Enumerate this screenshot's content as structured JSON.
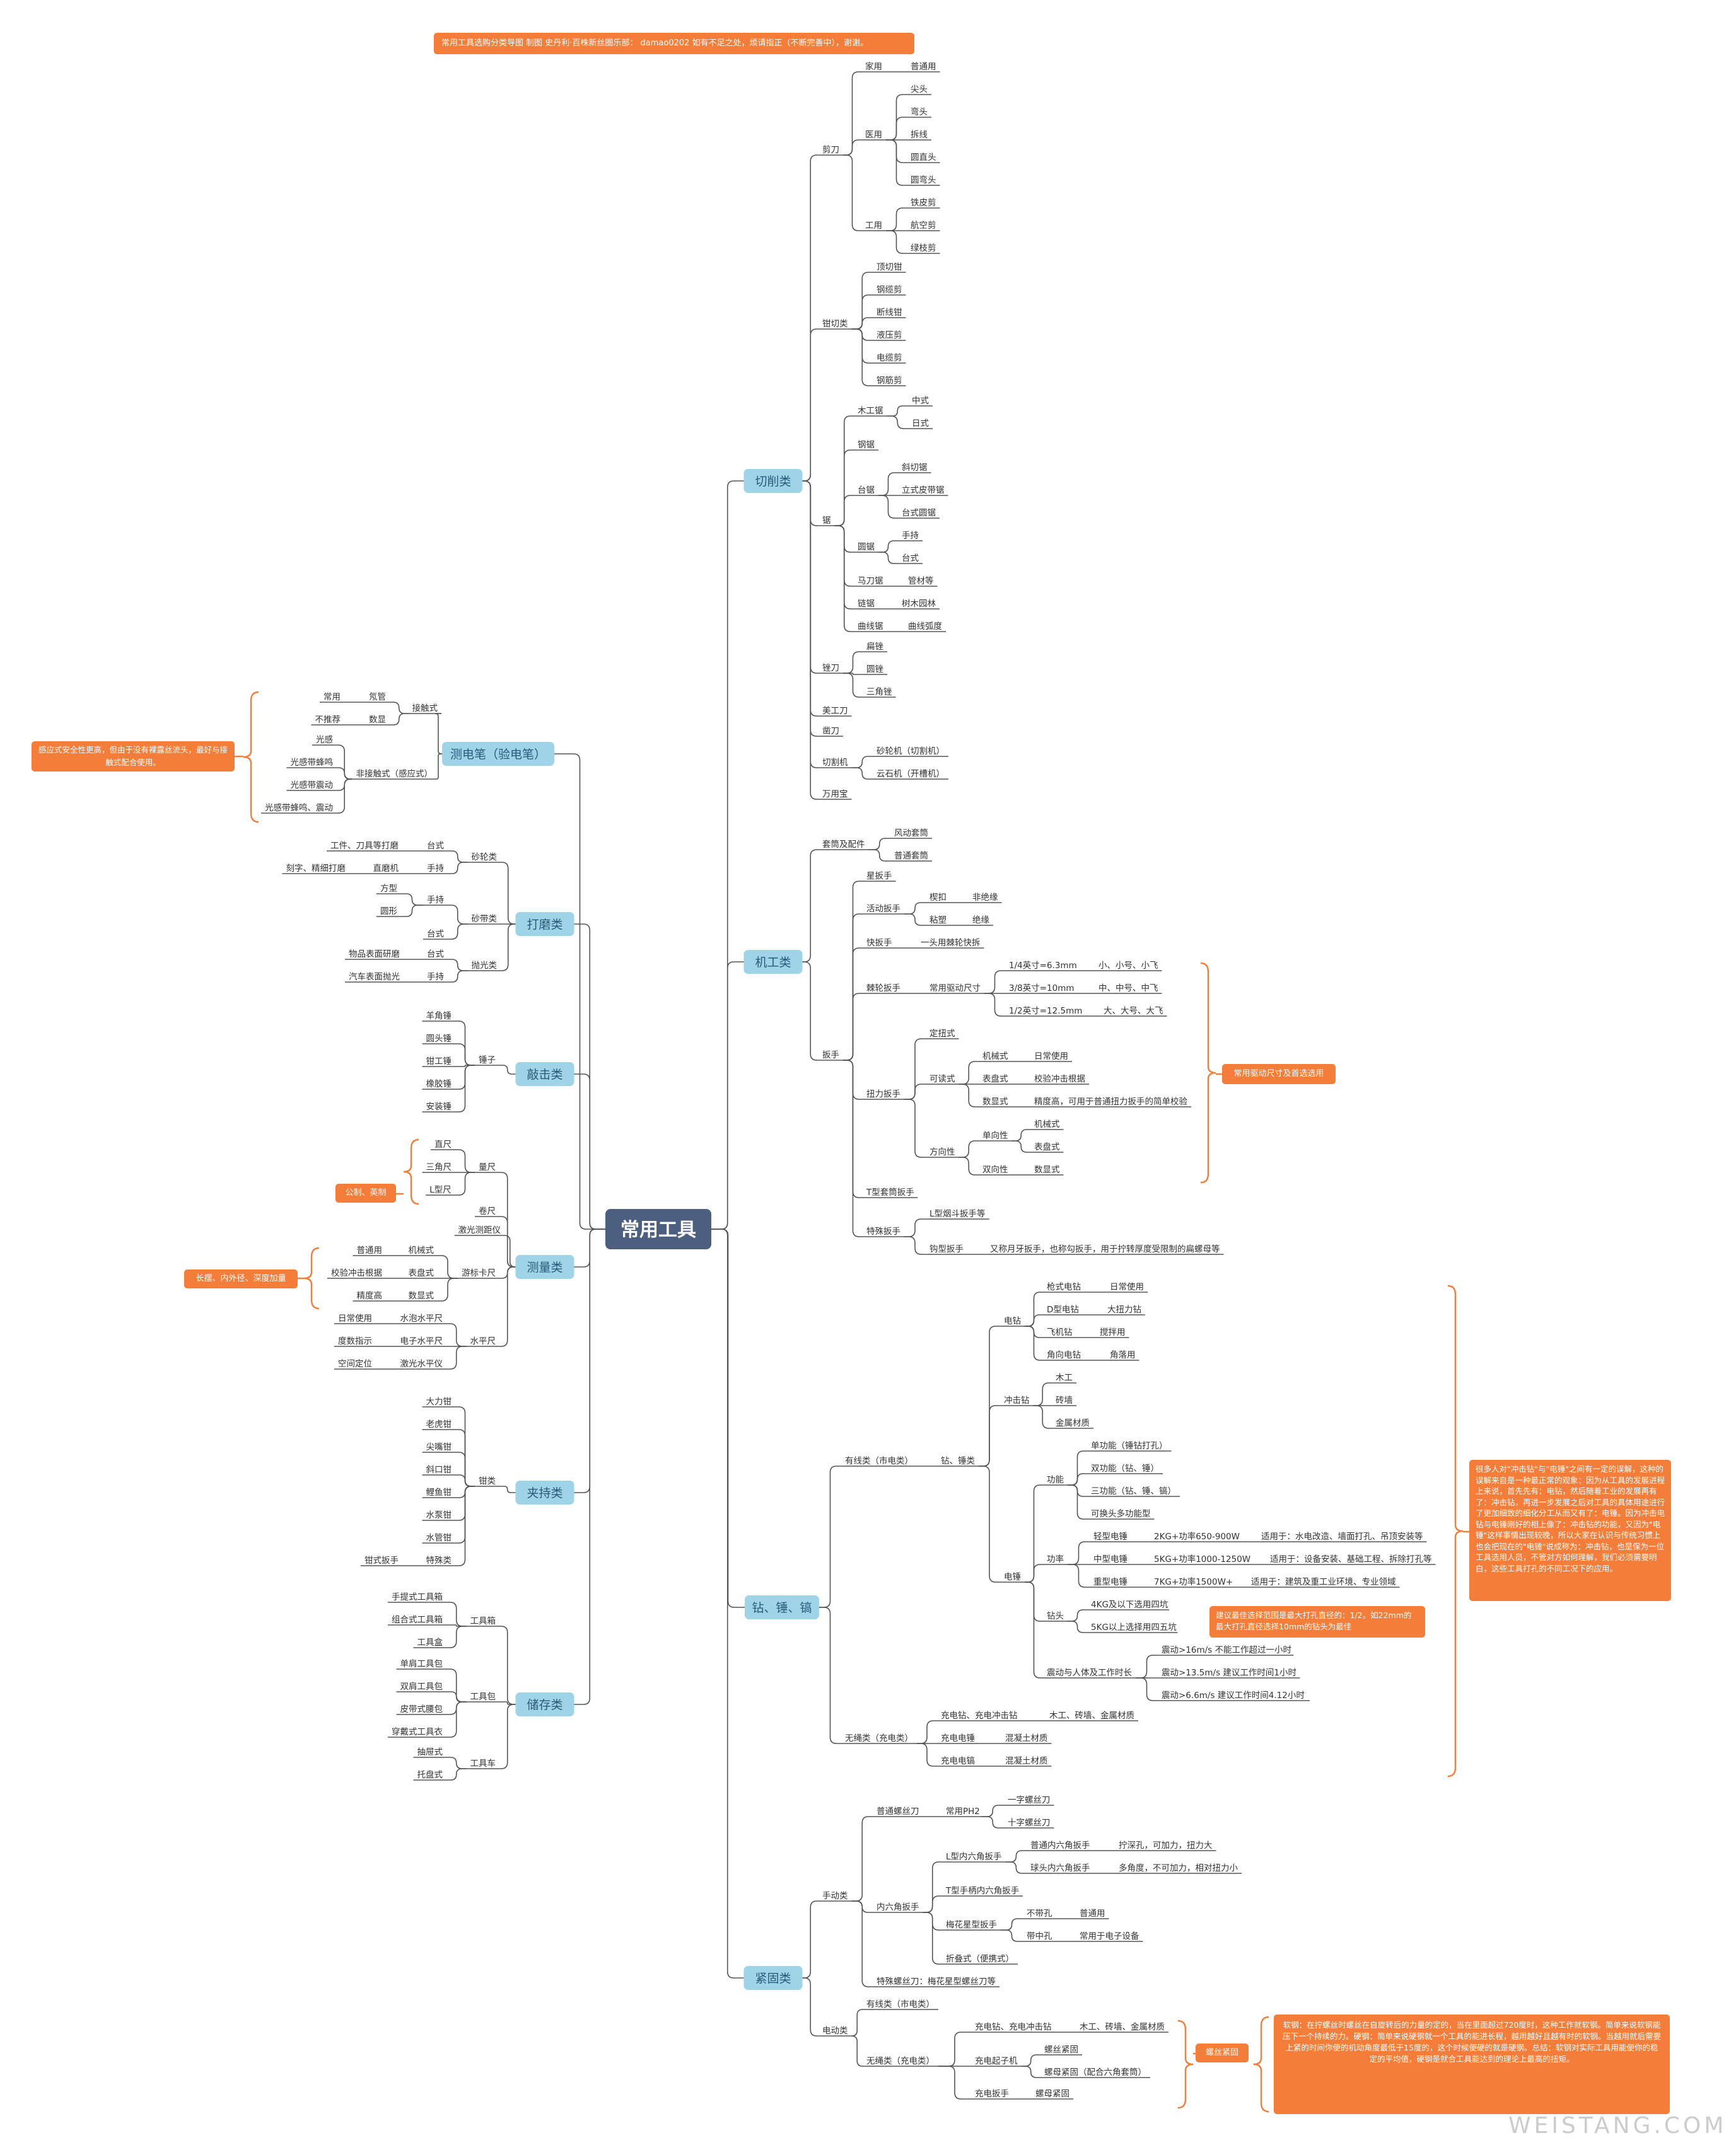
{
  "root": "常用工具",
  "top_note": "常用工具选购分类导图  制图 史丹利·百株新丝圈乐部：  damao0202  如有不足之处，烦请指正（不断完善中），谢谢。",
  "notes": {
    "pen": "感应式安全性更高，但由于没有裸露丝流头，最好与接触式配合使用。",
    "ruler": "公制、英制",
    "caliper": "长摆、内外径、深度加量",
    "wrench": "常用驱动尺寸及首选选用",
    "drill": "很多人对\"冲击钻\"与\"电锤\"之间有一定的误解，这种的误解来自是一种最正常的观象：因为从工具的发展进程上来说，首先先有：电钻，然后随着工业的发展再有了：冲击钻，再进一步发展之后对工具的具体用途进行了更加细致的细化分工从而又有了：电锤。因为冲击电钻与电锤刚好的相上像了：冲击钻的功能，又因为\"电锤\"这样事情出现较晚，所以大家在认识与传统习惯上也会把现在的\"电锤\"说成称为：冲击钻，也是保为一位工具选用人员，不管对方如何理解，我们必须需要明白，这些工具打孔的不同工况下的应用。",
    "bit": "建议最佳选择范围是最大打孔直径的：1/2。如22mm的最大打孔直径选择10mm的钻头为最佳",
    "screw": "螺丝紧固",
    "screw_long": "软钢：在拧螺丝时螺丝在自旋转后的力量的定的，当在里面超过720度时，这种工作就软钢。简单来说软钢能压下一个持续的力。硬钢：简单来说硬钢就一个工具的能进长程，越用越好且越有时的软钢。当越用就后需要上紧的时间你便的机动角度最低于15度的，这个时候便硬的就是硬钢。总结：软钢对实际工具用能便你的稳定的平均值，硬钢是就合工具能达到的理论上最高的扭矩。"
  },
  "main": {
    "cut": {
      "label": "切削类",
      "scissors": {
        "label": "剪刀",
        "home": "家用",
        "home1": "普通用",
        "med": "医用",
        "med1": "尖头",
        "med2": "弯头",
        "med3": "拆线",
        "med4": "圆直头",
        "med5": "圆弯头",
        "ind": "工用",
        "ind1": "铁皮剪",
        "ind2": "航空剪",
        "ind3": "绿枝剪"
      },
      "pliers": {
        "label": "钳切类",
        "i1": "顶切钳",
        "i2": "钢缆剪",
        "i3": "断线钳",
        "i4": "液压剪",
        "i5": "电缆剪",
        "i6": "钢筋剪"
      },
      "saw": {
        "label": "锯",
        "wood": "木工锯",
        "wood1": "中式",
        "wood2": "日式",
        "steel": "钢锯",
        "table": "台锯",
        "table1": "斜切锯",
        "table2": "立式皮带锯",
        "table3": "台式圆锯",
        "circ": "圆锯",
        "circ1": "手持",
        "circ2": "台式",
        "saber": "马刀锯",
        "saber1": "管材等",
        "chain": "链锯",
        "chain1": "树木园林",
        "curve": "曲线锯",
        "curve1": "曲线弧度"
      },
      "file": {
        "label": "锉刀",
        "i1": "扁锉",
        "i2": "圆锉",
        "i3": "三角锉"
      },
      "knife": "美工刀",
      "chisel": "凿刀",
      "cutter": {
        "label": "切割机",
        "i1": "砂轮机（切割机）",
        "i2": "云石机（开槽机）"
      },
      "multi": "万用宝"
    },
    "mach": {
      "label": "机工类",
      "socket": {
        "label": "套筒及配件",
        "i1": "风动套筒",
        "i2": "普通套筒"
      },
      "wrench": {
        "label": "扳手",
        "star": "星扳手",
        "adj": "活动扳手",
        "adj1": "楔扣",
        "adj1b": "非绝缘",
        "adj2": "粘塑",
        "adj2b": "绝缘",
        "quick": "快扳手",
        "quick1": "一头用棘轮快拆",
        "ratchet": "棘轮扳手",
        "ratchet1": "常用驱动尺寸",
        "d1": "1/4英寸=6.3mm",
        "d1b": "小、小号、小飞",
        "d2": "3/8英寸=10mm",
        "d2b": "中、中号、中飞",
        "d3": "1/2英寸=12.5mm",
        "d3b": "大、大号、大飞",
        "torque": "扭力扳手",
        "fixed": "定扭式",
        "read": "可读式",
        "r1": "机械式",
        "r1b": "日常使用",
        "r2": "表盘式",
        "r2b": "校验冲击根据",
        "r3": "数显式",
        "r3b": "精度高，可用于普通扭力扳手的简单校验",
        "dir": "方向性",
        "uni": "单向性",
        "bi": "双向性",
        "u1": "机械式",
        "u2": "表盘式",
        "b1": "数显式",
        "t": "T型套筒扳手",
        "special": "特殊扳手",
        "sp1": "L型烟斗扳手等",
        "sp2": "钩型扳手",
        "sp2b": "又称月牙扳手，也称勾扳手，用于拧转厚度受限制的扁螺母等"
      }
    },
    "drill": {
      "label": "钻、锤、镐",
      "wired": "有线类（市电类）",
      "wired1": "钻、锤类",
      "edrill": "电钻",
      "e1": "枪式电钻",
      "e1b": "日常使用",
      "e2": "D型电钻",
      "e2b": "大扭力钻",
      "e3": "飞机钻",
      "e3b": "搅拌用",
      "e4": "角向电钻",
      "e4b": "角落用",
      "imp": "冲击钻",
      "imp1": "木工",
      "imp2": "砖墙",
      "imp3": "金属材质",
      "hammer": "电锤",
      "func": "功能",
      "f1": "单功能（锤钻打孔）",
      "f2": "双功能（钻、锤）",
      "f3": "三功能（钻、锤、镐）",
      "f4": "可换头多功能型",
      "power": "功率",
      "p1": "轻型电锤",
      "p1b": "2KG+功率650-900W",
      "p1c": "适用于：水电改造、墙面打孔、吊顶安装等",
      "p2": "中型电锤",
      "p2b": "5KG+功率1000-1250W",
      "p2c": "适用于：设备安装、基础工程、拆除打孔等",
      "p3": "重型电锤",
      "p3b": "7KG+功率1500W+",
      "p3c": "适用于：建筑及重工业环境、专业领域",
      "bit": "钻头",
      "bit1": "4KG及以下选用四坑",
      "bit2": "5KG以上选择用四五坑",
      "vib": "震动与人体及工作时长",
      "v1": "震动>16m/s 不能工作超过一小时",
      "v2": "震动>13.5m/s 建议工作时间1小时",
      "v3": "震动>6.6m/s 建议工作时间4.12小时",
      "cordless": "无绳类（充电类）",
      "c1": "充电钻、充电冲击钻",
      "c1b": "木工、砖墙、金属材质",
      "c2": "充电电锤",
      "c2b": "混凝土材质",
      "c3": "充电电镐",
      "c3b": "混凝土材质"
    },
    "fast": {
      "label": "紧固类",
      "manual": "手动类",
      "sd": "普通螺丝刀",
      "sd1": "常用PH2",
      "sd1a": "一字螺丝刀",
      "sd1b": "十字螺丝刀",
      "hex": "内六角扳手",
      "hexL": "L型内六角扳手",
      "hexL1": "普通内六角扳手",
      "hexL1b": "拧深孔，可加力，扭力大",
      "hexL2": "球头内六角扳手",
      "hexL2b": "多角度，不可加力，相对扭力小",
      "hexT": "T型手柄内六角扳手",
      "hexP": "梅花星型扳手",
      "hexP1": "不带孔",
      "hexP1b": "普通用",
      "hexP2": "带中孔",
      "hexP2b": "常用于电子设备",
      "hexF": "折叠式（便携式）",
      "special": "特殊螺丝刀：梅花星型螺丝刀等",
      "electric": "电动类",
      "ew": "有线类（市电类）",
      "ec": "无绳类（充电类）",
      "ec1": "充电钻、充电冲击钻",
      "ec1b": "木工、砖墙、金属材质",
      "ec2": "充电起子机",
      "ec2a": "螺丝紧固",
      "ec2b": "螺母紧固（配合六角套筒）",
      "ec3": "充电扳手",
      "ec3a": "螺母紧固"
    },
    "pen": {
      "label": "测电笔（验电笔）",
      "contact": "接触式",
      "c1": "常用",
      "c1b": "氖管",
      "c2": "不推荐",
      "c2b": "数显",
      "noncontact": "非接触式（感应式）",
      "n1": "光感",
      "n2": "光感带蜂鸣",
      "n3": "光感带震动",
      "n4": "光感带蜂鸣、震动"
    },
    "grind": {
      "label": "打磨类",
      "wheel": "砂轮类",
      "w1": "工件、刀具等打磨",
      "w1b": "台式",
      "w2": "刻字、精细打磨",
      "w2b": "直磨机",
      "w2c": "手持",
      "paper": "砂带类",
      "p1": "方型",
      "p2": "圆形",
      "p3": "手持",
      "p4": "台式",
      "polish": "抛光类",
      "po1": "物品表面研磨",
      "po1b": "台式",
      "po2": "汽车表面抛光",
      "po2b": "手持"
    },
    "strike": {
      "label": "敲击类",
      "hammer": "锤子",
      "h1": "羊角锤",
      "h2": "圆头锤",
      "h3": "钳工锤",
      "h4": "橡胶锤",
      "h5": "安装锤"
    },
    "measure": {
      "label": "测量类",
      "ruler": "量尺",
      "r1": "直尺",
      "r2": "三角尺",
      "r3": "L型尺",
      "tape": "卷尺",
      "laser": "激光测距仪",
      "caliper": "游标卡尺",
      "ca1": "普通用",
      "ca1b": "机械式",
      "ca2": "校验冲击根据",
      "ca2b": "表盘式",
      "ca3": "精度高",
      "ca3b": "数显式",
      "level": "水平尺",
      "l1": "日常使用",
      "l1b": "水泡水平尺",
      "l2": "度数指示",
      "l2b": "电子水平尺",
      "l3": "空间定位",
      "l3b": "激光水平仪"
    },
    "clamp": {
      "label": "夹持类",
      "pl": "钳类",
      "p1": "大力钳",
      "p2": "老虎钳",
      "p3": "尖嘴钳",
      "p4": "斜口钳",
      "p5": "鲤鱼钳",
      "p6": "水泵钳",
      "p7": "水管钳",
      "p8": "特殊类",
      "p8a": "钳式扳手"
    },
    "store": {
      "label": "储存类",
      "box": "工具箱",
      "b1": "手提式工具箱",
      "b2": "组合式工具箱",
      "b3": "工具盒",
      "bag": "工具包",
      "g1": "单肩工具包",
      "g2": "双肩工具包",
      "g3": "皮带式腰包",
      "g4": "穿戴式工具衣",
      "cart": "工具车",
      "t1": "抽屉式",
      "t2": "托盘式"
    }
  },
  "watermark": "WEISTANG.COM",
  "colors": {
    "accent": "#f47d3a",
    "node": "#9fd3e8",
    "root": "#4d5f80",
    "line": "#555555"
  }
}
